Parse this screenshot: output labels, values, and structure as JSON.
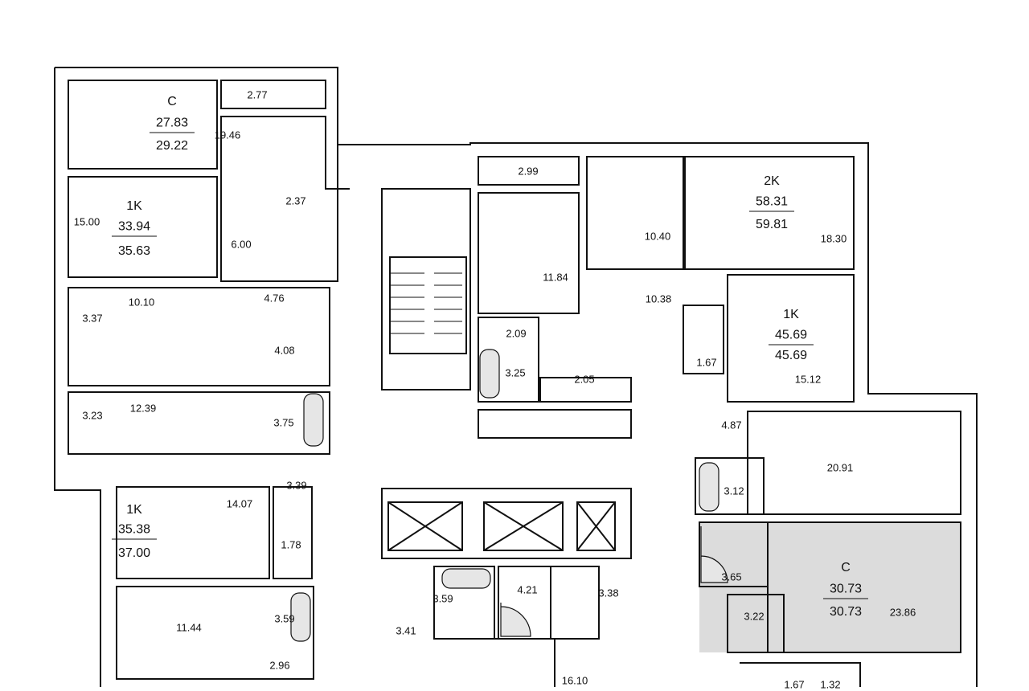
{
  "colors": {
    "wall": "#111111",
    "highlight": "#dcdcdc",
    "fixture": "#e6e6e6"
  },
  "apartments": [
    {
      "type": "C",
      "living_area": "27.83",
      "total_area": "29.22"
    },
    {
      "type": "1K",
      "living_area": "33.94",
      "total_area": "35.63"
    },
    {
      "type": "1K",
      "living_area": "35.38",
      "total_area": "37.00"
    },
    {
      "type": "2K",
      "living_area": "58.31",
      "total_area": "59.81"
    },
    {
      "type": "1K",
      "living_area": "45.69",
      "total_area": "45.69"
    },
    {
      "type": "C",
      "living_area": "30.73",
      "total_area": "30.73",
      "highlighted": true
    }
  ],
  "rooms": [
    "2.77",
    "19.46",
    "2.37",
    "6.00",
    "15.00",
    "10.10",
    "3.37",
    "4.76",
    "4.08",
    "3.23",
    "12.39",
    "3.75",
    "3.39",
    "14.07",
    "1.78",
    "11.44",
    "3.59",
    "2.96",
    "2.99",
    "10.40",
    "18.30",
    "11.84",
    "10.38",
    "15.12",
    "1.67",
    "2.09",
    "3.25",
    "2.05",
    "4.87",
    "20.91",
    "3.12",
    "3.65",
    "23.86",
    "3.22",
    "4.21",
    "3.38",
    "3.59",
    "3.41",
    "16.10",
    "1.67",
    "1.32"
  ]
}
